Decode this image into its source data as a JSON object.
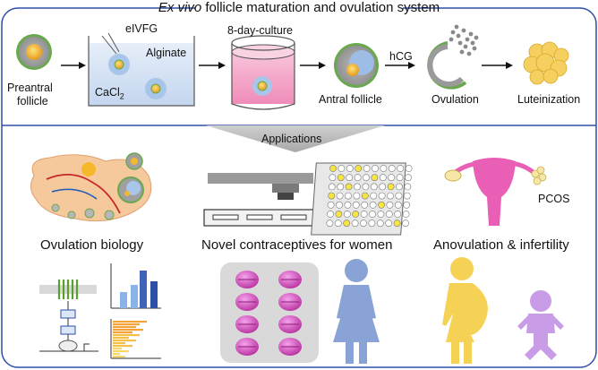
{
  "title": {
    "italic": "Ex vivo",
    "rest": " follicle maturation and ovulation system"
  },
  "top": {
    "preantral_line1": "Preantral",
    "preantral_line2": "follicle",
    "eivfg": "eIVFG",
    "alginate": "Alginate",
    "cacl2_main": "CaCl",
    "cacl2_sub": "2",
    "culture": "8-day-culture",
    "antral": "Antral follicle",
    "hcg": "hCG",
    "ovulation": "Ovulation",
    "luteinization": "Luteinization"
  },
  "applications": {
    "header": "Applications",
    "ovulation_biology": "Ovulation biology",
    "contraceptives": "Novel contraceptives for women",
    "anovulation": "Anovulation & infertility",
    "pcos": "PCOS"
  },
  "colors": {
    "frame_blue": "#2f4ea8",
    "follicle_green": "#6aa84f",
    "oocyte_yellow": "#f2b830",
    "pink_medium": "#f5a9c9",
    "pill_magenta": "#d94fc8",
    "woman_blue": "#8aa3d6",
    "pregnant_yellow": "#f5d255",
    "baby_purple": "#c99ce8",
    "uterus_pink": "#e85fb5"
  }
}
